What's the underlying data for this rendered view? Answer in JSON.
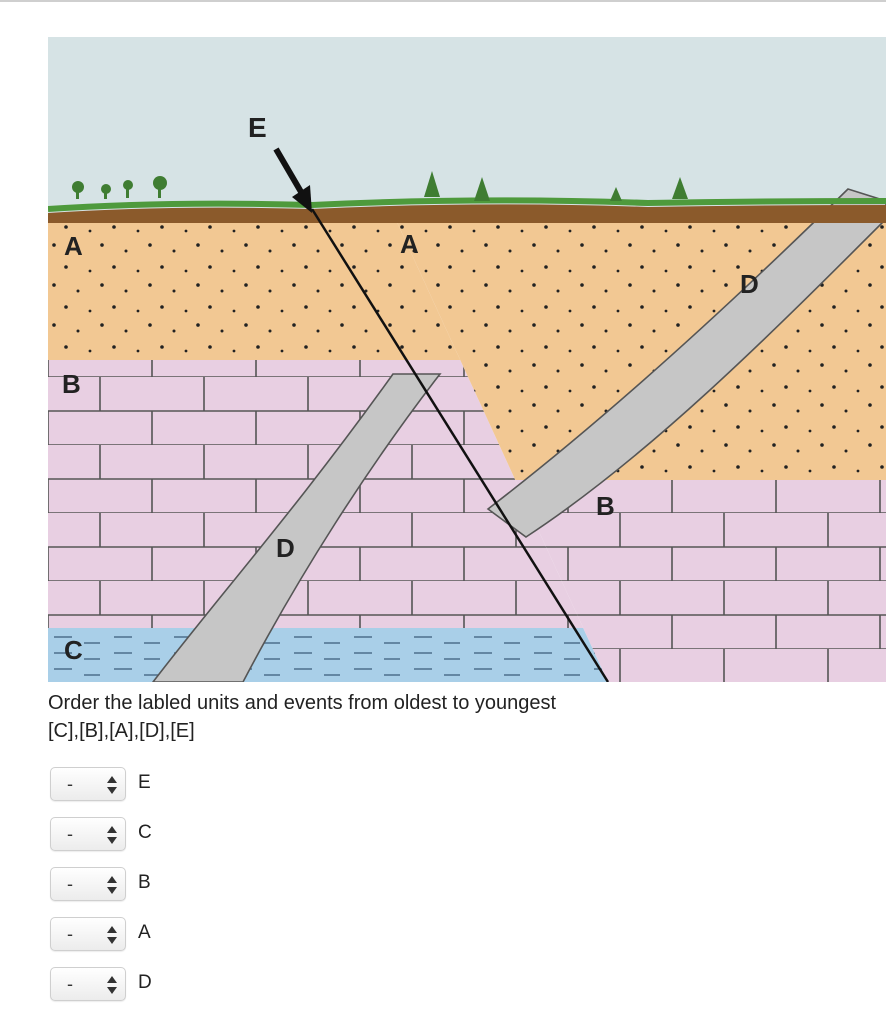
{
  "diagram": {
    "labels": {
      "event_e": "E",
      "unit_a_left": "A",
      "unit_a_right": "A",
      "unit_b_left": "B",
      "unit_b_right": "B",
      "unit_c": "C",
      "dike_d_left": "D",
      "dike_d_right": "D"
    },
    "colors": {
      "sky": "#d6e3e5",
      "grass": "#4e9a3c",
      "soil": "#8b5a2b",
      "sandstone": "#f2c893",
      "limestone": "#e8cfe2",
      "water_layer": "#a9cfe8",
      "dike": "#c6c6c6"
    }
  },
  "question": {
    "prompt": "Order the labled units and events from oldest to youngest",
    "hint": "[C],[B],[A],[D],[E]"
  },
  "answers": [
    {
      "selected": "-",
      "label": "E"
    },
    {
      "selected": "-",
      "label": "C"
    },
    {
      "selected": "-",
      "label": "B"
    },
    {
      "selected": "-",
      "label": "A"
    },
    {
      "selected": "-",
      "label": "D"
    }
  ]
}
